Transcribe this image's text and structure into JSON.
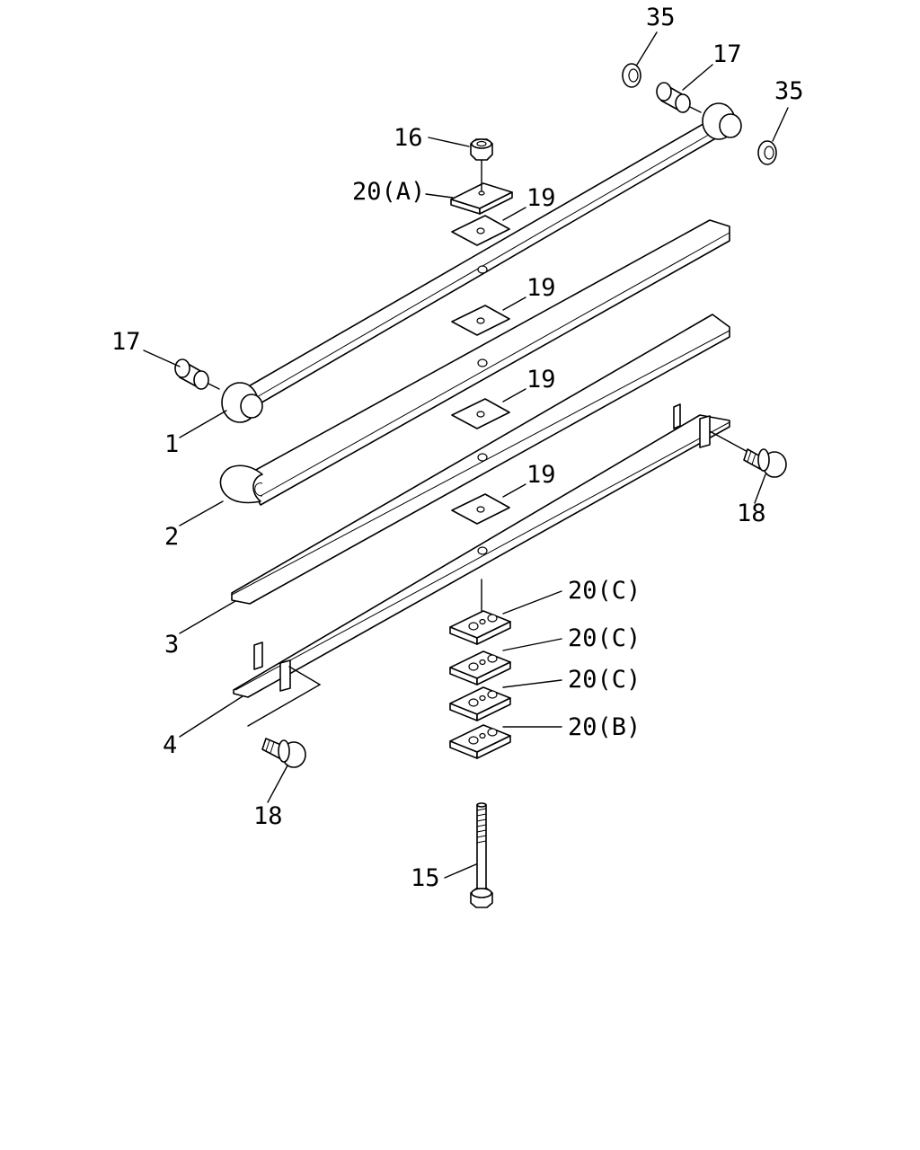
{
  "labels": {
    "l35a": "35",
    "l35b": "35",
    "l17a": "17",
    "l17b": "17",
    "l16": "16",
    "l20a": "20(A)",
    "l19a": "19",
    "l19b": "19",
    "l19c": "19",
    "l19d": "19",
    "l1": "1",
    "l2": "2",
    "l3": "3",
    "l4": "4",
    "l18a": "18",
    "l18b": "18",
    "l20c1": "20(C)",
    "l20c2": "20(C)",
    "l20c3": "20(C)",
    "l20b": "20(B)",
    "l15": "15"
  }
}
